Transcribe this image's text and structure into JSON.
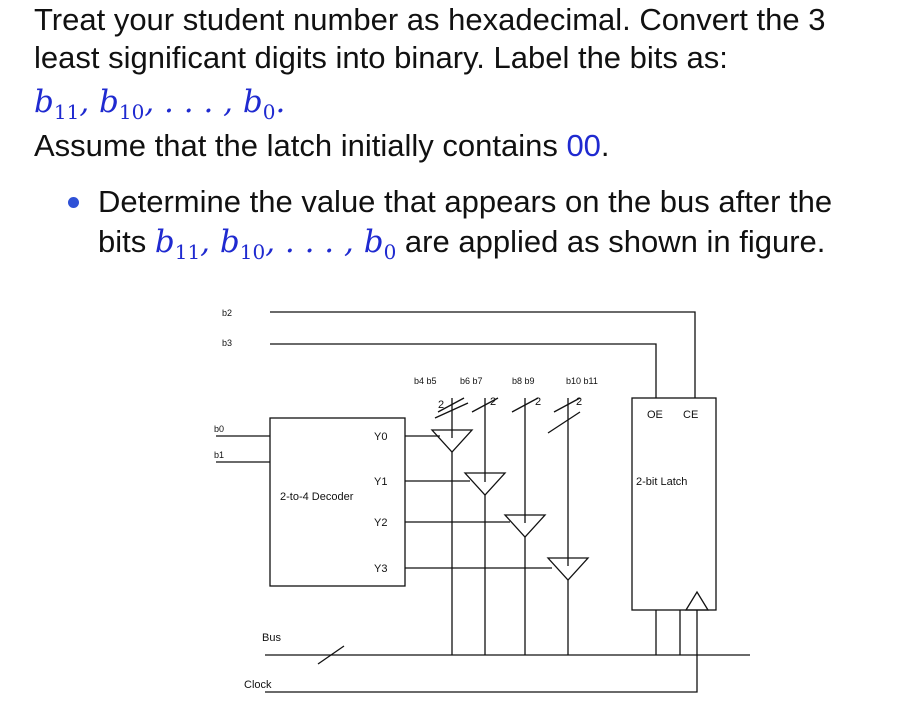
{
  "text": {
    "line1": "Treat your student number as hexadecimal. Convert the 3",
    "line2": "least significant digits into binary. Label the bits as:",
    "bits_label_1": "b",
    "bits_label_2": "b",
    "bits_label_3": "b",
    "sub_11": "11",
    "sub_10": "10",
    "sub_0": "0",
    "sep1": ", ",
    "sep2": ", . . . , ",
    "period": ".",
    "line4_pre": "Assume that the latch initially contains ",
    "line4_val": "00",
    "line4_post": ".",
    "bullet_line1": "Determine the value that appears on the bus after the",
    "bullet_pre": "bits ",
    "b_sub11": "11",
    "b_sub10": "10",
    "b_sub0": "0",
    "bullet_post": " are applied as shown in figure."
  },
  "diagram": {
    "labels": {
      "b2": "b2",
      "b3": "b3",
      "b0": "b0",
      "b1": "b1",
      "top_bits": [
        "b4 b5",
        "b6 b7",
        "b8 b9",
        "b10 b11"
      ],
      "widths": [
        "2",
        "2",
        "2",
        "2"
      ],
      "y0": "Y0",
      "y1": "Y1",
      "y2": "Y2",
      "y3": "Y3",
      "decoder": "2-to-4 Decoder",
      "oe": "OE",
      "ce": "CE",
      "latch": "2-bit Latch",
      "bus": "Bus",
      "clock": "Clock"
    }
  }
}
